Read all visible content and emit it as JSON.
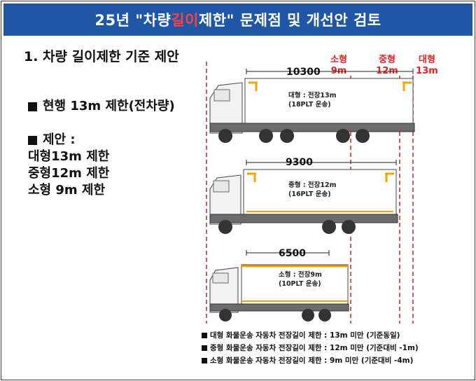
{
  "banner": {
    "prefix": "25년 \"차량 ",
    "highlight": "길이",
    "suffix": " 제한\" 문제점 및 개선안 검토"
  },
  "section_title": "1. 차량 길이제한 기준 제안",
  "current": {
    "label": "현행 13m 제한(전차량)"
  },
  "proposal": {
    "title": "제안 :",
    "items": [
      "대형13m 제한",
      "중형12m 제한",
      "소형 9m 제한"
    ]
  },
  "limits": [
    {
      "name": "소형",
      "value": "9m"
    },
    {
      "name": "중형",
      "value": "12m"
    },
    {
      "name": "대형",
      "value": "13m"
    }
  ],
  "trucks": [
    {
      "length": "10300",
      "cargo_line1": "대형 : 전장13m",
      "cargo_line2": "(18PLT 운송)"
    },
    {
      "length": "9300",
      "cargo_line1": "중형 : 전장12m",
      "cargo_line2": "(16PLT 운송)"
    },
    {
      "length": "6500",
      "cargo_line1": "소형 : 전장9m",
      "cargo_line2": "(10PLT 운송)"
    }
  ],
  "notes": [
    "대형 화물운송 자동차 전장길이 제한 : 13m 미만 (기준동일)",
    "중형 화물운송 자동차 전장길이 제한 : 12m 미만 (기준대비 -1m)",
    "소형 화물운송 자동차 전장길이 제한 :  9m  미만 (기준대비 -4m)"
  ],
  "colors": {
    "banner": "#1f57a6",
    "highlight": "#ff4040",
    "limit": "#e62020",
    "cab": "#f2f2f2",
    "accent": "#f5a400"
  }
}
